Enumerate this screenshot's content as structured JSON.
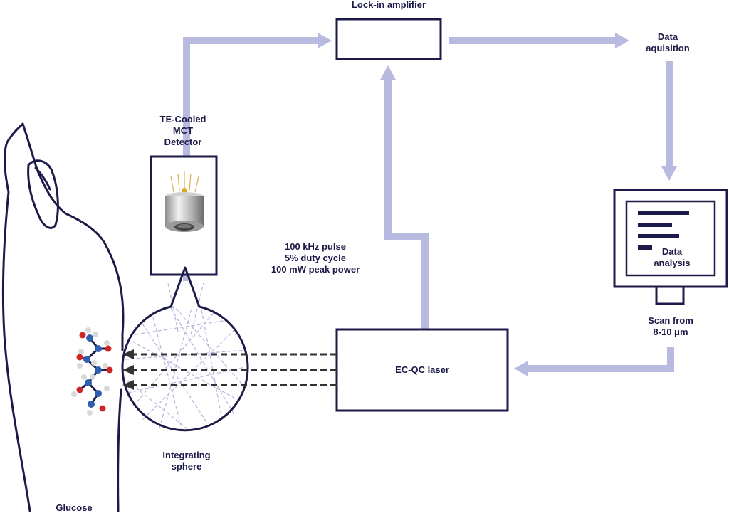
{
  "labels": {
    "lockin": "Lock-in amplifier",
    "daq_line1": "Data",
    "daq_line2": "aquisition",
    "detector_line1": "TE-Cooled",
    "detector_line2": "MCT",
    "detector_line3": "Detector",
    "laser_line1": "100 kHz pulse",
    "laser_line2": "5% duty cycle",
    "laser_line3": "100 mW peak power",
    "laser": "EC-QC laser",
    "analysis_line1": "Data",
    "analysis_line2": "analysis",
    "scan_line1": "Scan from",
    "scan_line2": "8-10 μm",
    "sphere_line1": "Integrating",
    "sphere_line2": "sphere",
    "glucose": "Glucose"
  },
  "colors": {
    "ink": "#1c1a48",
    "flow": "#b9badf",
    "beam": "#333333",
    "atom_blue": "#2e5fb0",
    "atom_red": "#d12424",
    "atom_white": "#d8d8d8"
  },
  "icons": {
    "detector": "mct-detector-icon",
    "monitor": "computer-monitor-icon",
    "hand": "hand-outline-icon",
    "molecule": "glucose-molecule-icon"
  }
}
